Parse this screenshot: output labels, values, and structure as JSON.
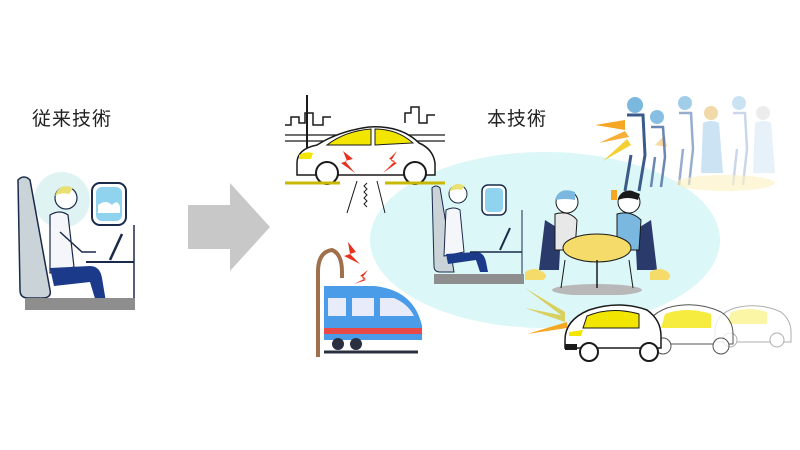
{
  "diagram": {
    "left_panel": {
      "title": "従来技術",
      "scene": "person-working-on-laptop-in-vehicle-seat"
    },
    "transition_arrow": {
      "direction": "right",
      "color": "#c8c8c8"
    },
    "right_panel": {
      "title": "本技術",
      "central_zone_color": "#dcf7f7",
      "scenes": [
        "car-vibration-on-road",
        "train-pantograph-spark",
        "person-working-on-laptop-in-vehicle-seat",
        "people-chatting-at-cafe-table",
        "pedestrians-crowd",
        "cars-passing"
      ]
    },
    "colors": {
      "accent_yellow": "#f2e600",
      "accent_orange": "#f5a623",
      "spark_red": "#e8321e",
      "outline": "#1a1a1a",
      "seat_gray": "#9a9a9a",
      "train_blue": "#4a9be8",
      "train_red": "#e84a4a",
      "skin_blue_hair": "#7ab8e0",
      "blonde_hair": "#e8e070"
    }
  }
}
